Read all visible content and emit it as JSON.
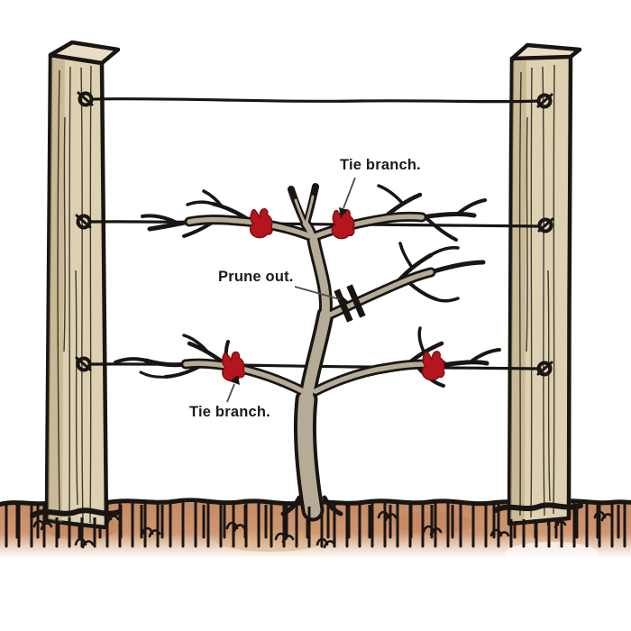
{
  "labels": {
    "tie_branch_top": "Tie branch.",
    "prune_out": "Prune out.",
    "tie_branch_bottom": "Tie branch."
  },
  "scene": {
    "posts": 2,
    "wires": 3,
    "branch_ties": 4,
    "prune_marks": 1
  },
  "colors": {
    "ink": "#181512",
    "paper": "#ffffff",
    "post-fill": "#ddd1b2",
    "post-top": "#e8dec5",
    "post-shade": "#b9a57f",
    "branch-fill": "#b5ab97",
    "ground-wash": "#c08055",
    "ground-wash-mid": "#c98a5e",
    "ground-wash-light": "#d8a87c",
    "tie-red": "#b5161d",
    "tie-red-dark": "#7e0e12",
    "leader-line": "#4b4b4b",
    "label-text": "#1a1a1a"
  }
}
